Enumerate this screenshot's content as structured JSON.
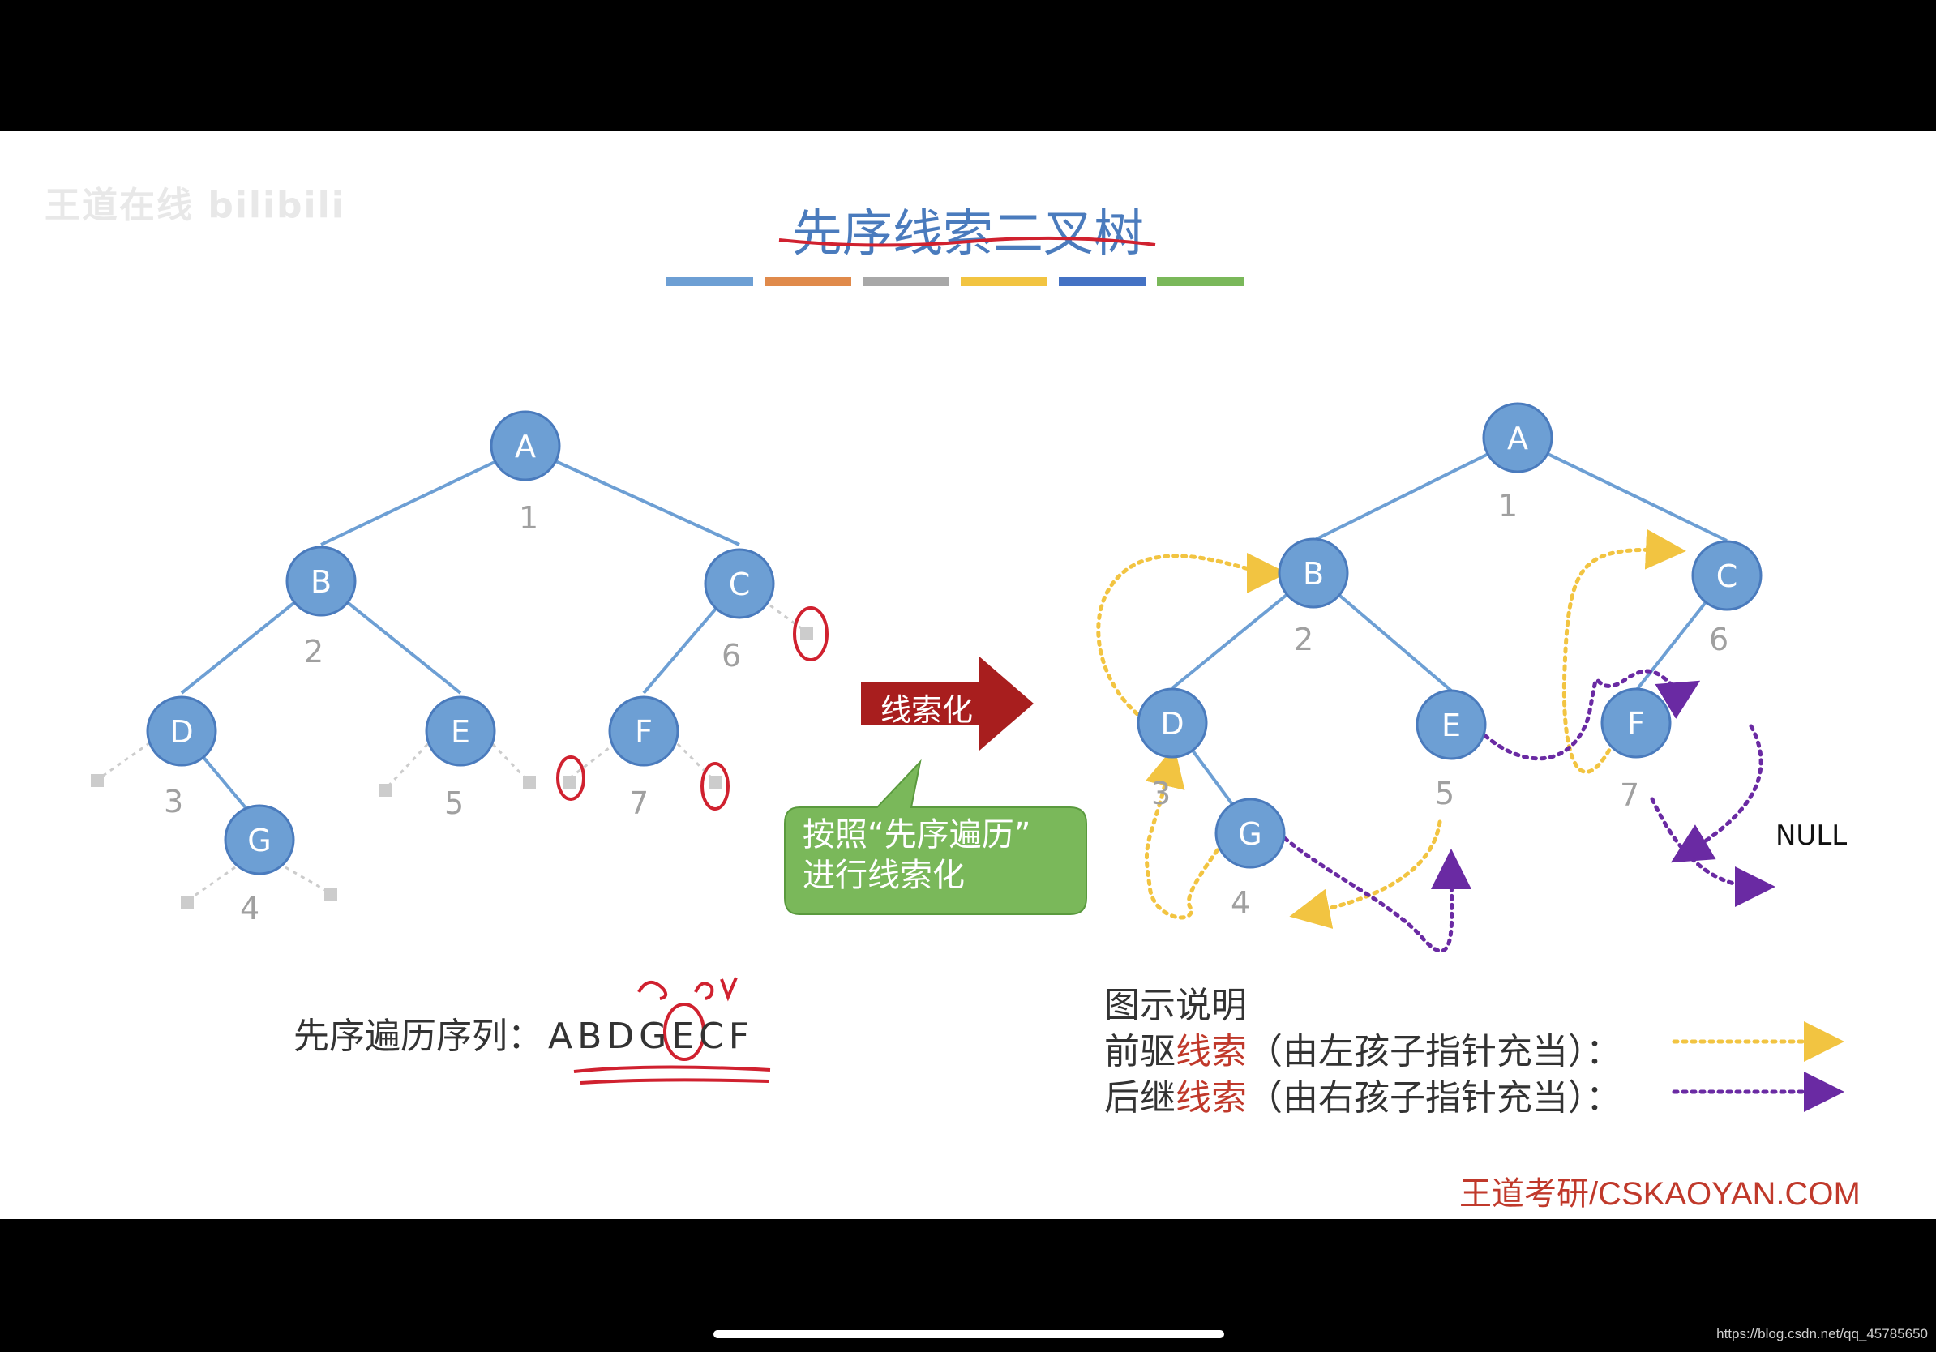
{
  "watermark": "王道在线 bilibili",
  "title": "先序线索二叉树",
  "color_bar": [
    "#6d9fd4",
    "#e08a4b",
    "#a8a8a8",
    "#f2c441",
    "#4472c4",
    "#7ab85a"
  ],
  "left_tree": {
    "nodes": [
      {
        "label": "A",
        "order": "1"
      },
      {
        "label": "B",
        "order": "2"
      },
      {
        "label": "C",
        "order": "6"
      },
      {
        "label": "D",
        "order": "3"
      },
      {
        "label": "E",
        "order": "5"
      },
      {
        "label": "F",
        "order": "7"
      },
      {
        "label": "G",
        "order": "4"
      }
    ]
  },
  "right_tree": {
    "nodes": [
      {
        "label": "A",
        "order": "1"
      },
      {
        "label": "B",
        "order": "2"
      },
      {
        "label": "C",
        "order": "6"
      },
      {
        "label": "D",
        "order": "3"
      },
      {
        "label": "E",
        "order": "5"
      },
      {
        "label": "F",
        "order": "7"
      },
      {
        "label": "G",
        "order": "4"
      }
    ],
    "null_label": "NULL"
  },
  "thread_button": "线索化",
  "callout": {
    "line1": "按照“先序遍历”",
    "line2": "进行线索化"
  },
  "sequence": {
    "label": "先序遍历序列：",
    "value": "ABDGECF"
  },
  "legend": {
    "title": "图示说明",
    "pred": {
      "prefix": "前驱",
      "word": "线索",
      "suffix": "（由左孩子指针充当）："
    },
    "succ": {
      "prefix": "后继",
      "word": "线索",
      "suffix": "（由右孩子指针充当）："
    },
    "pred_color": "#f2c441",
    "succ_color": "#6a2aa3"
  },
  "footer_brand": "王道考研/CSKAOYAN.COM",
  "page_url": "https://blog.csdn.net/qq_45785650",
  "colors": {
    "node": "#6d9fd4",
    "node_stroke": "#4a7bbd",
    "edge": "#6d9fd4",
    "button": "#a81e1e",
    "callout": "#7ab85a"
  }
}
